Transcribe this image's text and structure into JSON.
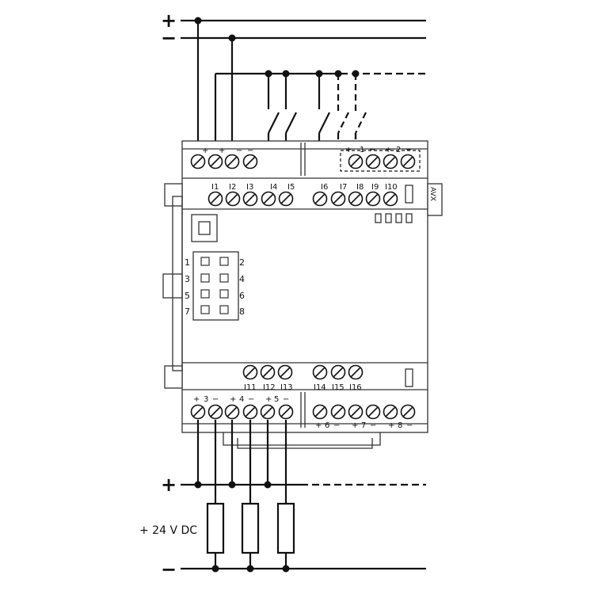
{
  "rails": {
    "plus_top": "+",
    "minus_top": "−",
    "plus_bottom": "+",
    "minus_bottom": "−"
  },
  "supply_label": "+ 24 V DC",
  "brand": "AVX",
  "top_power_terminals": [
    "+",
    "+",
    "−",
    "−"
  ],
  "top_output_header": {
    "o1_plus": "+",
    "o1_num": "1",
    "o1_minus": "−",
    "o2_plus": "+",
    "o2_num": "2",
    "o2_minus": "−"
  },
  "top_inputs": [
    "I1",
    "I2",
    "I3",
    "I4",
    "I5",
    "I6",
    "I7",
    "I8",
    "I9",
    "I10"
  ],
  "bottom_inputs": [
    "I11",
    "I12",
    "I13",
    "I14",
    "I15",
    "I16"
  ],
  "bottom_outputs_left": [
    {
      "plus": "+",
      "num": "3",
      "minus": "−"
    },
    {
      "plus": "+",
      "num": "4",
      "minus": "−"
    },
    {
      "plus": "+",
      "num": "5",
      "minus": "−"
    }
  ],
  "bottom_outputs_right": [
    {
      "plus": "+",
      "num": "6",
      "minus": "−"
    },
    {
      "plus": "+",
      "num": "7",
      "minus": "−"
    },
    {
      "plus": "+",
      "num": "8",
      "minus": "−"
    }
  ],
  "connector_pins": [
    "1",
    "2",
    "3",
    "4",
    "5",
    "6",
    "7",
    "8"
  ]
}
